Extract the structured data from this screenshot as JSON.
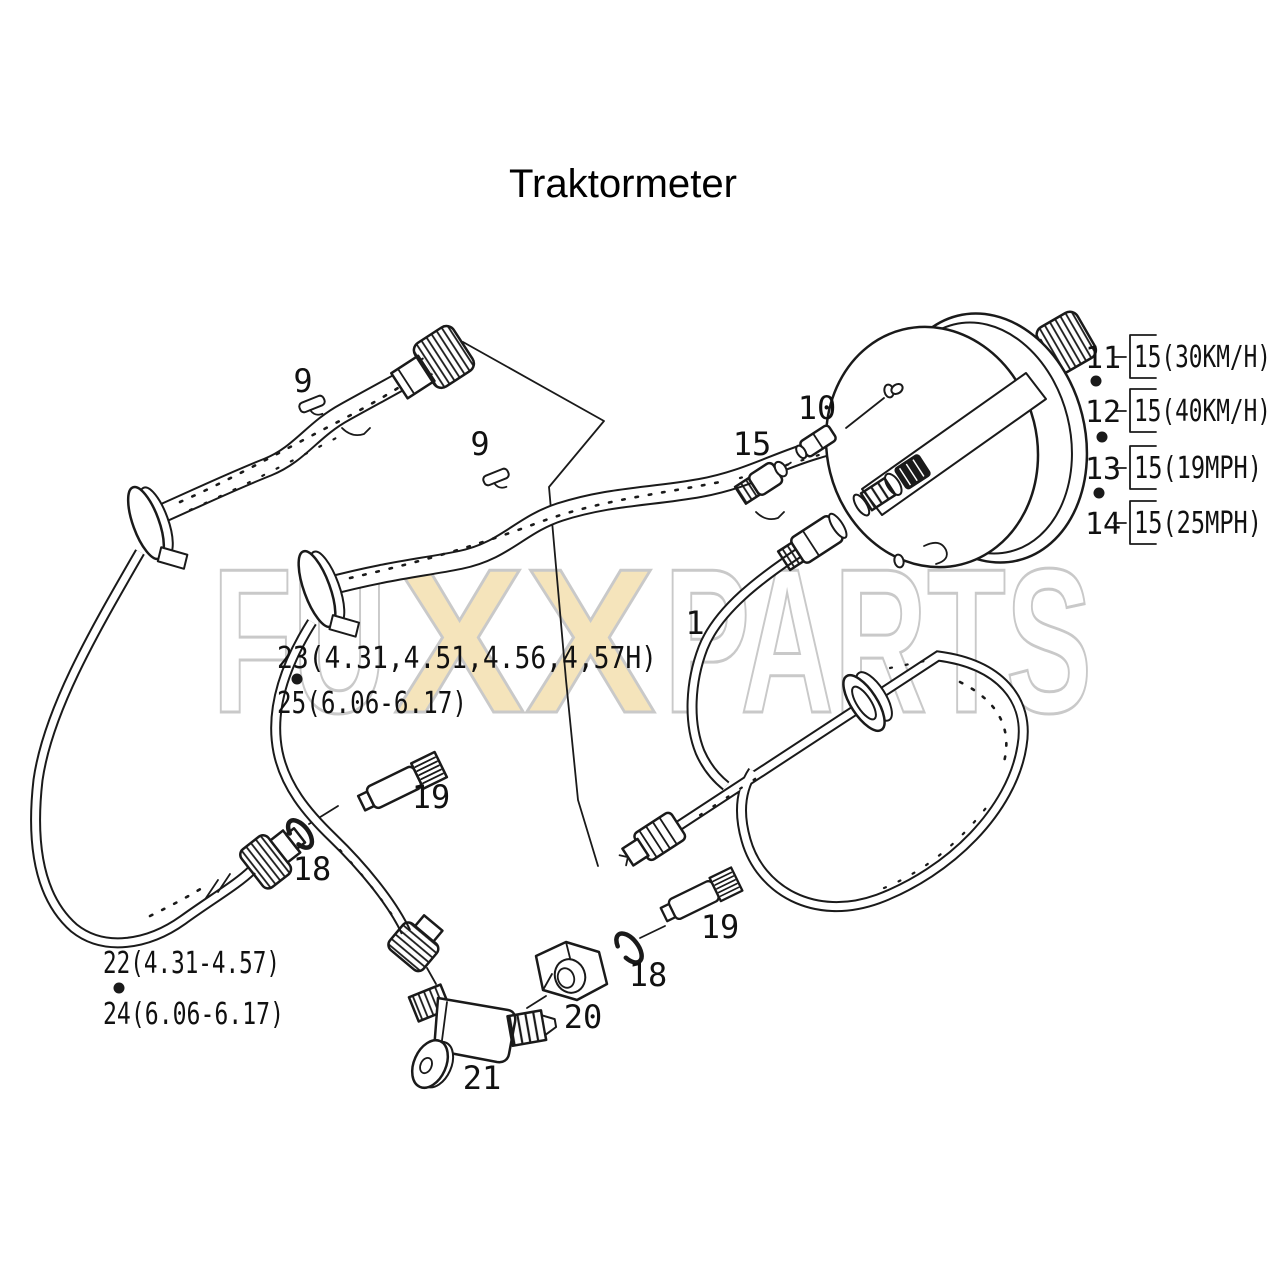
{
  "title": "Traktormeter",
  "watermark": {
    "fu": "FU",
    "xx": "XX",
    "parts": "PARTS",
    "outline_color": "#c9c9c9",
    "x_fill_color": "#f5e4bb"
  },
  "colors": {
    "ink": "#1a1a1a",
    "background": "#ffffff"
  },
  "callouts": {
    "cable_upper": "9",
    "cable_middle": "9",
    "socket": "10",
    "bulb": "15",
    "cable_right": "1",
    "shaft_a": "19",
    "washer_a": "18",
    "shaft_b": "19",
    "washer_b": "18",
    "nut": "20",
    "angle_drive": "21",
    "label23": "23(4.31,4.51,4.56,4,57H)",
    "label25": "25(6.06-6.17)",
    "label22": "22(4.31-4.57)",
    "label24": "24(6.06-6.17)"
  },
  "variant_rows": [
    {
      "num": "11",
      "label": "15(30KM/H)"
    },
    {
      "num": "12",
      "label": "15(40KM/H)"
    },
    {
      "num": "13",
      "label": "15(19MPH)"
    },
    {
      "num": "14",
      "label": "15(25MPH)"
    }
  ]
}
